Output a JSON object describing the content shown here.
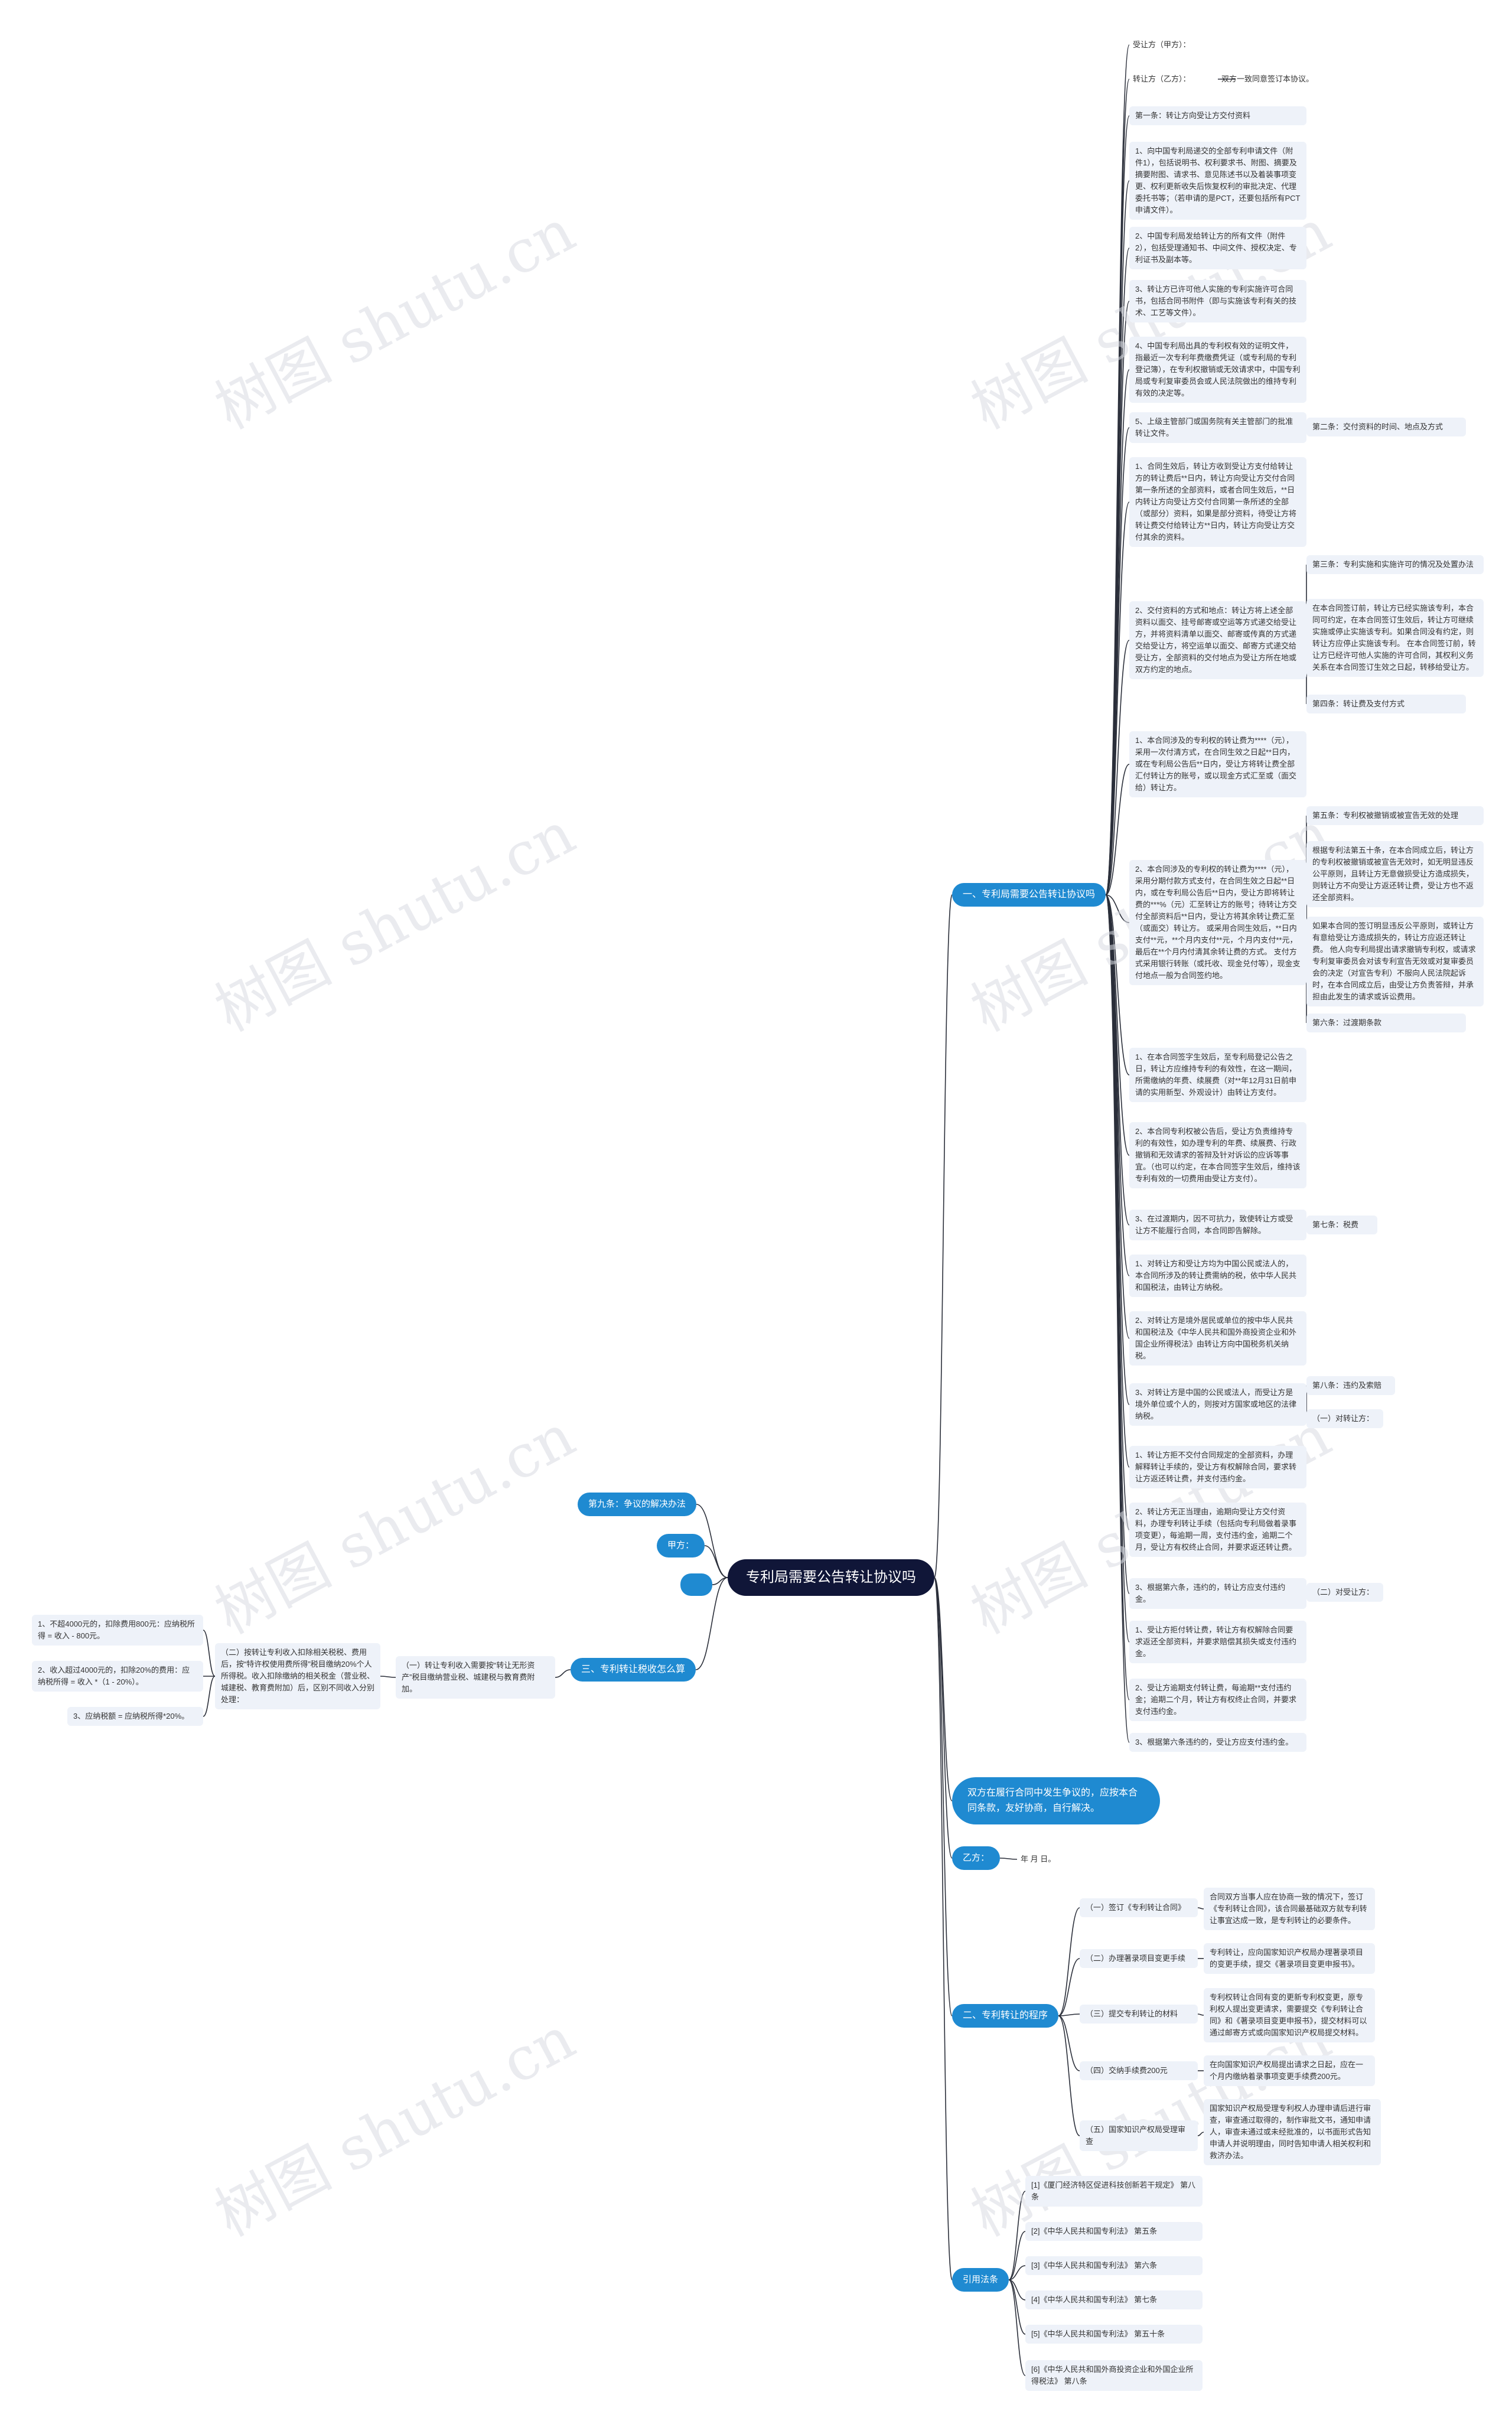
{
  "root": {
    "title": "专利局需要公告转让协议吗"
  },
  "watermark": "树图 shutu.cn",
  "colors": {
    "root_bg": "#101638",
    "branch_bg": "#1f8ad1",
    "leaf_bg": "#eef2f9",
    "line": "#2b2f3a"
  },
  "branches": {
    "b1": "一、专利局需要公告转让协议吗",
    "b2": "二、专利转让的程序",
    "b3": "三、专利转让税收怎么算",
    "b4": "第九条：争议的解决办法",
    "b5": "甲方：",
    "b6": "",
    "b7": "双方在履行合同中发生争议的，应按本合同条款，友好协商，自行解决。",
    "b8": "乙方：",
    "b9": "引用法条"
  },
  "nodes": {
    "n1": "受让方（甲方）：",
    "n2": "转让方（乙方）：",
    "n2a": "双方一致同意签订本协议。",
    "n3": "第一条：转让方向受让方交付资料",
    "n4": "1、向中国专利局递交的全部专利申请文件（附件1），包括说明书、权利要求书、附图、摘要及摘要附图、请求书、意见陈述书以及着装事项变更、权利更新收失后恢复权利的审批决定、代理委托书等；（若申请的是PCT，还要包括所有PCT申请文件）。",
    "n5": "2、中国专利局发给转让方的所有文件（附件2），包括受理通知书、中间文件、授权决定、专利证书及副本等。",
    "n6": "3、转让方已许可他人实施的专利实施许可合同书，包括合同书附件（即与实施该专利有关的技术、工艺等文件）。",
    "n7": "4、中国专利局出具的专利权有效的证明文件，指最近一次专利年费缴费凭证（或专利局的专利登记簿），在专利权撤销或无效请求中，中国专利局或专利复审委员会或人民法院做出的维持专利有效的决定等。",
    "n8": "5、上级主管部门或国务院有关主管部门的批准转让文件。",
    "n8a": "第二条：交付资料的时间、地点及方式",
    "n9": "1、合同生效后，转让方收到受让方支付给转让方的转让费后**日内，转让方向受让方交付合同第一条所述的全部资料，或者合同生效后，**日内转让方向受让方交付合同第一条所述的全部（或部分）资料，如果是部分资料，待受让方将转让费交付给转让方**日内，转让方向受让方交付其余的资料。",
    "n10": "2、交付资料的方式和地点：转让方将上述全部资料以面交、挂号邮寄或空运等方式递交给受让方，并将资料清单以面交、邮寄或传真的方式递交给受让方，将空运单以面交、邮寄方式递交给受让方，全部资料的交付地点为受让方所在地或双方约定的地点。",
    "n10a": "第三条：专利实施和实施许可的情况及处置办法",
    "n10b": "在本合同签订前，转让方已经实施该专利，本合同可约定，在本合同签订生效后，转让方可继续实施或停止实施该专利。如果合同没有约定，则转让方应停止实施该专利。 在本合同签订前，转让方已经许可他人实施的许可合同，其权利义务关系在本合同签订生效之日起，转移给受让方。",
    "n10c": "第四条：转让费及支付方式",
    "n11": "1、本合同涉及的专利权的转让费为****（元），采用一次付清方式，在合同生效之日起**日内，或在专利局公告后**日内，受让方将转让费全部汇付转让方的账号，或以现金方式汇至或（面交给）转让方。",
    "n12": "2、本合同涉及的专利权的转让费为****（元），采用分期付款方式支付，在合同生效之日起**日内，或在专利局公告后**日内，受让方即将转让费的***%（元）汇至转让方的账号；待转让方交付全部资料后**日内，受让方将其余转让费汇至（或面交）转让方。 或采用合同生效后，**日内支付**元，**个月内支付**元，个月内支付**元，最后在**个月内付清其余转让费的方式。 支付方式采用银行转账（或托收、现金兑付等），现金支付地点一般为合同签约地。",
    "n12a": "第五条：专利权被撤销或被宣告无效的处理",
    "n12b": "根据专利法第五十条，在本合同成立后，转让方的专利权被撤销或被宣告无效时，如无明显违反公平原则，且转让方无意做损受让方造成损失，则转让方不向受让方返还转让费，受让方也不返还全部资料。",
    "n12c": "如果本合同的签订明显违反公平原则，或转让方有意给受让方造成损失的，转让方应返还转让费。 他人向专利局提出请求撤销专利权，或请求专利复审委员会对该专利宣告无效或对复审委员会的决定（对宣告专利）不服向人民法院起诉时，在本合同成立后，由受让方负责答辩，并承担由此发生的请求或诉讼费用。",
    "n12d": "第六条：过渡期条款",
    "n13": "1、在本合同签字生效后，至专利局登记公告之日，转让方应维持专利的有效性，在这一期间，所需缴纳的年费、续展费（对**年12月31日前申请的实用新型、外观设计）由转让方支付。",
    "n14": "2、本合同专利权被公告后，受让方负责维持专利的有效性，如办理专利的年费、续展费、行政撤销和无效请求的答辩及针对诉讼的应诉等事宜。（也可以约定，在本合同签字生效后，维持该专利有效的一切费用由受让方支付）。",
    "n15": "3、在过渡期内，因不可抗力，致使转让方或受让方不能履行合同，本合同即告解除。",
    "n15a": "第七条：税费",
    "n16": "1、对转让方和受让方均为中国公民或法人的，本合同所涉及的转让费需纳的税，依中华人民共和国税法，由转让方纳税。",
    "n17": "2、对转让方是境外居民或单位的按中华人民共和国税法及《中华人民共和国外商投资企业和外国企业所得税法》由转让方向中国税务机关纳税。",
    "n18": "3、对转让方是中国的公民或法人，而受让方是境外单位或个人的，则按对方国家或地区的法律纳税。",
    "n18a": "第八条：违约及索赔",
    "n18b": "（一）对转让方：",
    "n19": "1、转让方拒不交付合同规定的全部资料，办理解释转让手续的，受让方有权解除合同，要求转让方返还转让费，并支付违约金。",
    "n20": "2、转让方无正当理由，逾期向受让方交付资料，办理专利转让手续（包括向专利局做着录事项变更），每逾期一周，支付违约金，逾期二个月，受让方有权终止合同，并要求返还转让费。",
    "n21": "3、根据第六条，违约的，转让方应支付违约金。",
    "n21a": "（二）对受让方：",
    "n22": "1、受让方拒付转让费，转让方有权解除合同要求返还全部资料，并要求赔偿其损失或支付违约金。",
    "n23": "2、受让方逾期支付转让费，每逾期**支付违约金；逾期二个月，转让方有权终止合同，并要求支付违约金。",
    "n24": "3、根据第六条违约的，受让方应支付违约金。",
    "b3a": "（一）转让专利收入需要按“转让无形资产”税目缴纳营业税、城建税与教育费附加。",
    "b3b": "（二）按转让专利收入扣除相关税税、费用后，按“特许权使用费所得”税目缴纳20%个人所得税。收入扣除缴纳的相关税金（营业税、城建税、教育费附加）后，区别不同收入分别处理：",
    "b3c1": "1、不超4000元的，扣除费用800元：应纳税所得 = 收入 - 800元。",
    "b3c2": "2、收入超过4000元的，扣除20%的费用：应纳税所得 = 收入 *（1 - 20%）。",
    "b3c3": "3、应纳税额 = 应纳税所得*20%。",
    "b8a": "年 月 日。",
    "b2a": "（一）签订《专利转让合同》",
    "b2a1": "合同双方当事人应在协商一致的情况下，签订《专利转让合同》，该合同最基础双方就专利转让事宜达成一致，是专利转让的必要条件。",
    "b2b": "（二）办理著录项目变更手续",
    "b2b1": "专利转让，应向国家知识产权局办理著录项目的变更手续，提交《著录项目变更申报书》。",
    "b2c": "（三）提交专利转让的材料",
    "b2c1": "专利权转让合同有变的更新专利权变更，原专利权人提出变更请求，需要提交《专利转让合同》和《著录项目变更申报书》，提交材料可以通过邮寄方式或向国家知识产权局提交材料。",
    "b2d": "（四）交纳手续费200元",
    "b2d1": "在向国家知识产权局提出请求之日起，应在一个月内缴纳着录事项变更手续费200元。",
    "b2e": "（五）国家知识产权局受理审查",
    "b2e1": "国家知识产权局受理专利权人办理申请后进行审查，审查通过取得的，制作审批文书，通知申请人，审查未通过或未经批准的，以书面形式告知申请人并说明理由，同时告知申请人相关权利和救济办法。",
    "r1": "[1]《厦门经济特区促进科技创新若干规定》 第八条",
    "r2": "[2]《中华人民共和国专利法》 第五条",
    "r3": "[3]《中华人民共和国专利法》 第六条",
    "r4": "[4]《中华人民共和国专利法》 第七条",
    "r5": "[5]《中华人民共和国专利法》 第五十条",
    "r6": "[6]《中华人民共和国外商投资企业和外国企业所得税法》 第八条"
  }
}
